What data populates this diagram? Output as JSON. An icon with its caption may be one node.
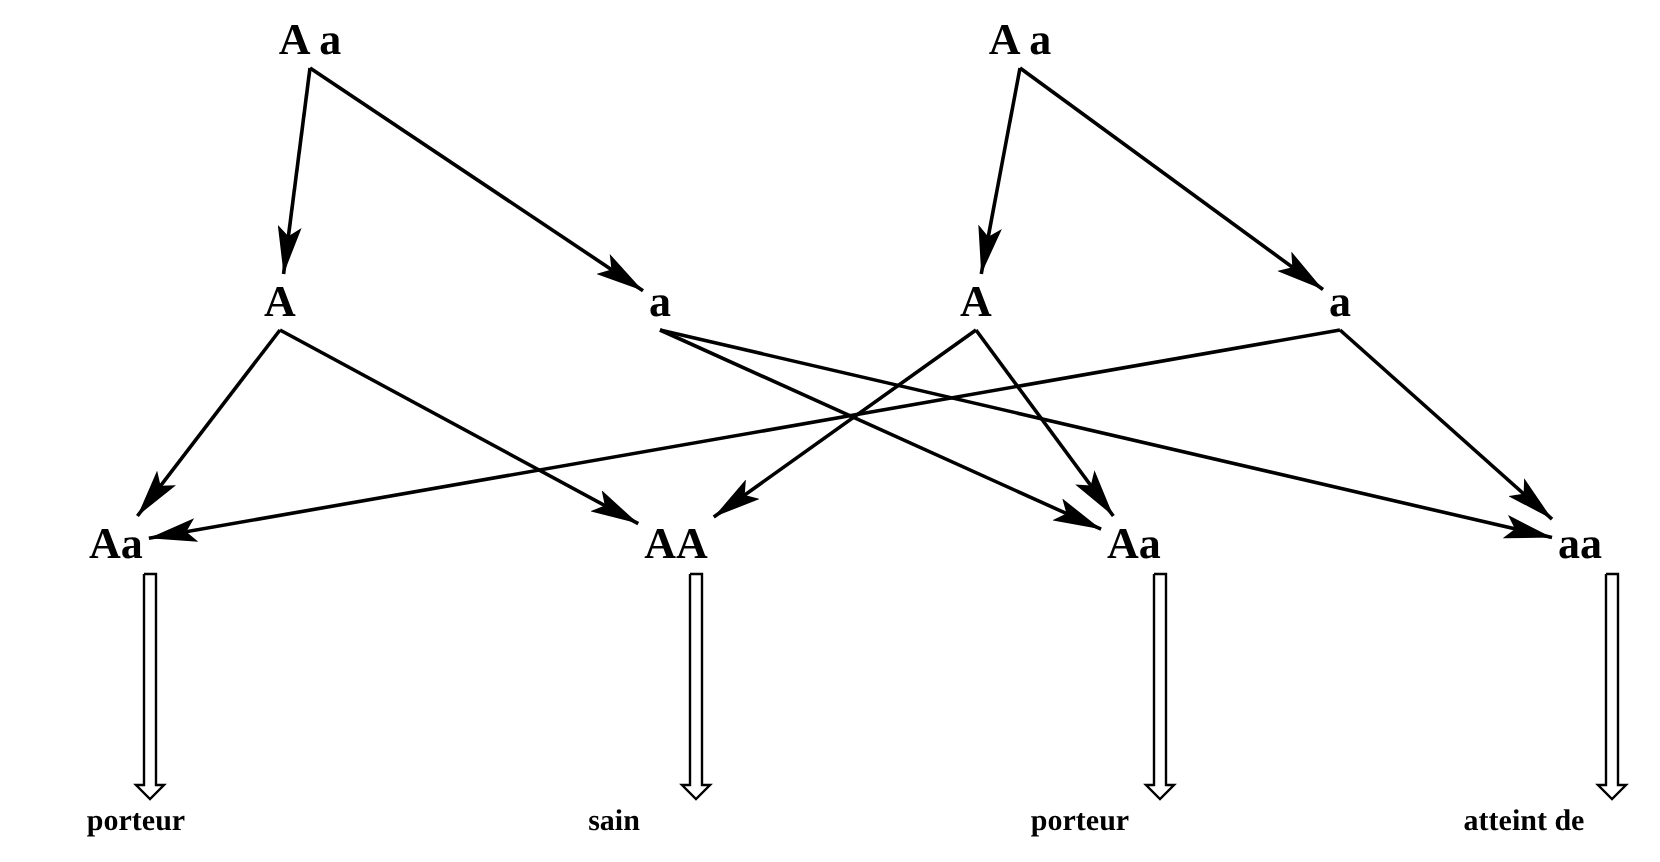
{
  "diagram": {
    "nodes": [
      {
        "text": [
          "A a"
        ]
      },
      {
        "text": [
          "A a"
        ]
      },
      {
        "text": [
          "A"
        ]
      },
      {
        "text": [
          "a"
        ]
      },
      {
        "text": [
          "A"
        ]
      },
      {
        "text": [
          "a"
        ]
      },
      {
        "text": [
          "Aa"
        ]
      },
      {
        "text": [
          "AA"
        ]
      },
      {
        "text": [
          "Aa"
        ]
      },
      {
        "text": [
          "aa"
        ]
      },
      {
        "text": [
          "porteur"
        ]
      },
      {
        "text": [
          "sain"
        ]
      },
      {
        "text": [
          "porteur"
        ]
      },
      {
        "text": [
          "atteint de"
        ]
      }
    ],
    "edges": [
      {
        "from": 0,
        "to": 2,
        "arrow": "to"
      },
      {
        "from": 0,
        "to": 3,
        "arrow": "to"
      },
      {
        "from": 1,
        "to": 4,
        "arrow": "to"
      },
      {
        "from": 1,
        "to": 5,
        "arrow": "to"
      },
      {
        "from": 2,
        "to": 6,
        "arrow": "to"
      },
      {
        "from": 2,
        "to": 7,
        "arrow": "to"
      },
      {
        "from": 3,
        "to": 8,
        "arrow": "to"
      },
      {
        "from": 3,
        "to": 9,
        "arrow": "to"
      },
      {
        "from": 4,
        "to": 7,
        "arrow": "to"
      },
      {
        "from": 4,
        "to": 8,
        "arrow": "to"
      },
      {
        "from": 5,
        "to": 6,
        "arrow": "to"
      },
      {
        "from": 5,
        "to": 9,
        "arrow": "to"
      },
      {
        "from": 6,
        "to": 10,
        "arrow": "to"
      },
      {
        "from": 7,
        "to": 11,
        "arrow": "to"
      },
      {
        "from": 8,
        "to": 12,
        "arrow": "to"
      },
      {
        "from": 9,
        "to": 13,
        "arrow": "to"
      }
    ]
  }
}
